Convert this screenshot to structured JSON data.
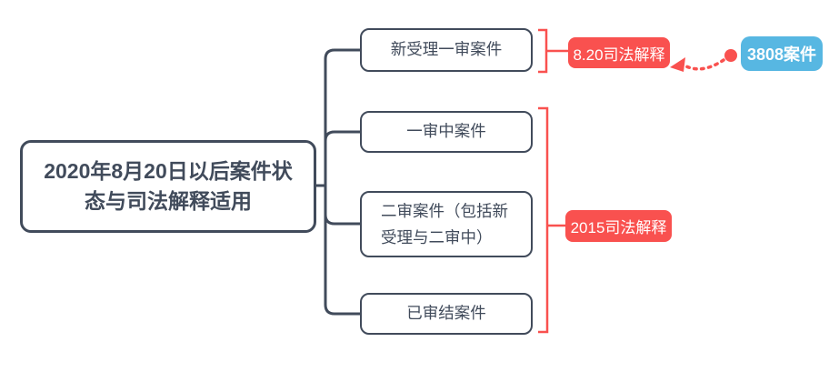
{
  "diagram": {
    "type": "mindmap",
    "root": {
      "label": "2020年8月20日以后案件状态与司法解释适用"
    },
    "branches": [
      {
        "label": "新受理一审案件"
      },
      {
        "label": "一审中案件"
      },
      {
        "label": "二审案件（包括新受理与二审中）"
      },
      {
        "label": "已审结案件"
      }
    ],
    "annotations": {
      "new_first_instance_rule": {
        "label": "8.20司法解释",
        "applies_to": "新受理一审案件"
      },
      "legacy_rule": {
        "label": "2015司法解释",
        "applies_to": "一审中案件 / 二审案件（包括新受理与二审中） / 已审结案件"
      },
      "case_count_note": {
        "label": "3808案件",
        "points_to": "8.20司法解释"
      }
    },
    "colors": {
      "node_border": "#414B5B",
      "node_text": "#414B5B",
      "annotation_red": "#F9514F",
      "annotation_blue": "#57B7E2",
      "badge_text": "#FFFFFF",
      "background": "#FFFFFF"
    }
  }
}
